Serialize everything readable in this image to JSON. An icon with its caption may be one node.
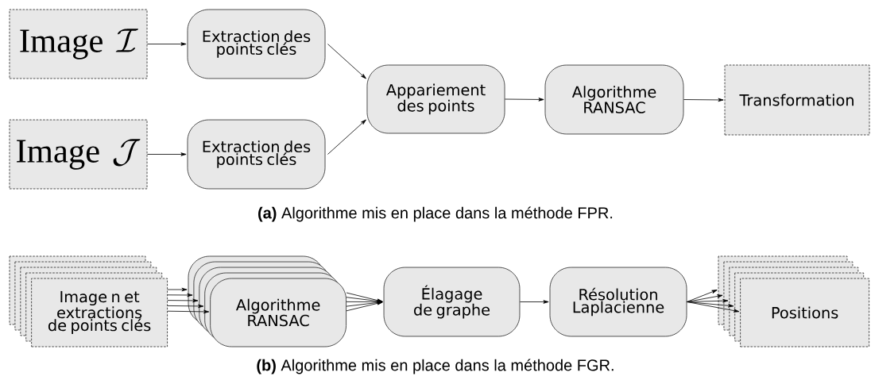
{
  "diagram": {
    "nodes": [
      {
        "text": [
          "\\mathrm{Image}\\;\\mathcal{I}"
        ]
      },
      {
        "text": [
          "Extraction des points clés"
        ]
      },
      {
        "text": [
          "\\mathrm{Image}\\;\\mathcal{J}"
        ]
      },
      {
        "text": [
          "Extraction des points clés"
        ]
      },
      {
        "text": [
          "Appariement des points"
        ]
      },
      {
        "text": [
          "Algorithme RANSAC"
        ]
      },
      {
        "text": [
          "Transformation"
        ]
      },
      {
        "text": [
          "Image n et extractions de points clés"
        ]
      },
      {
        "text": [
          "Algorithme RANSAC"
        ]
      },
      {
        "text": [
          "Élagage de graphe"
        ]
      },
      {
        "text": [
          "Résolution Laplacienne"
        ]
      },
      {
        "text": [
          "Positions"
        ]
      }
    ],
    "edges": [
      {
        "from": 0,
        "to": 1,
        "arrow": "to"
      },
      {
        "from": 2,
        "to": 3,
        "arrow": "to"
      },
      {
        "from": 1,
        "to": 4,
        "arrow": "to"
      },
      {
        "from": 3,
        "to": 4,
        "arrow": "to"
      },
      {
        "from": 4,
        "to": 5,
        "arrow": "to"
      },
      {
        "from": 5,
        "to": 6,
        "arrow": "to"
      },
      {
        "from": 7,
        "to": 8,
        "arrow": "to"
      },
      {
        "from": 7,
        "to": 8,
        "arrow": "to"
      },
      {
        "from": 7,
        "to": 8,
        "arrow": "to"
      },
      {
        "from": 7,
        "to": 8,
        "arrow": "to"
      },
      {
        "from": 7,
        "to": 8,
        "arrow": "to"
      },
      {
        "from": 8,
        "to": 9,
        "arrow": "to"
      },
      {
        "from": 8,
        "to": 9,
        "arrow": "to"
      },
      {
        "from": 8,
        "to": 9,
        "arrow": "to"
      },
      {
        "from": 8,
        "to": 9,
        "arrow": "to"
      },
      {
        "from": 8,
        "to": 9,
        "arrow": "to"
      },
      {
        "from": 9,
        "to": 10,
        "arrow": "to"
      },
      {
        "from": 10,
        "to": 11,
        "arrow": "to"
      },
      {
        "from": 10,
        "to": 11,
        "arrow": "to"
      },
      {
        "from": 10,
        "to": 11,
        "arrow": "to"
      },
      {
        "from": 10,
        "to": 11,
        "arrow": "to"
      },
      {
        "from": 10,
        "to": 11,
        "arrow": "to"
      }
    ],
    "labels": [
      "**(a)** Algorithme mis en place dans la méthode FPR.",
      "**(b)** Algorithme mis en place dans la méthode FGR."
    ]
  }
}
